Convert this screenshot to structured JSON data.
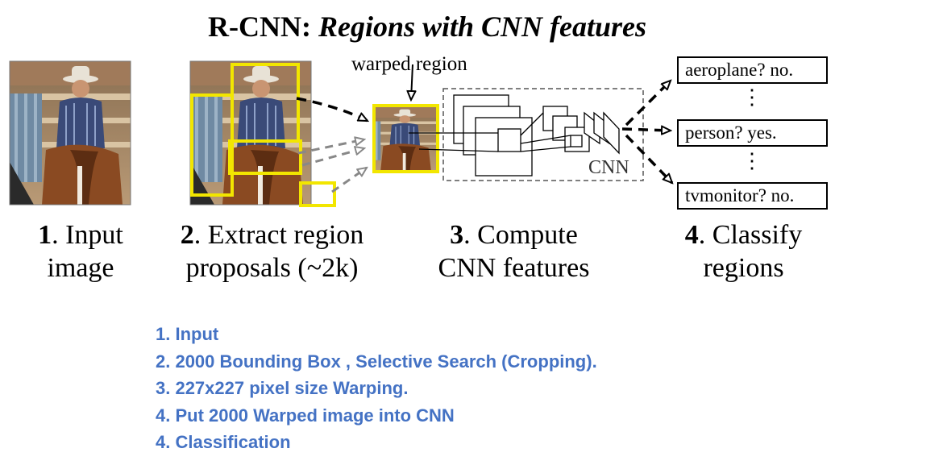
{
  "title": {
    "bold": "R-CNN: ",
    "italic": "Regions with CNN features"
  },
  "warped_label": "warped region",
  "cnn_label": "CNN",
  "classes": [
    "aeroplane? no.",
    "person? yes.",
    "tvmonitor? no."
  ],
  "ellipsis": "⋮",
  "steps": [
    {
      "num": "1",
      "line1": ". Input",
      "line2": "image"
    },
    {
      "num": "2",
      "line1": ". Extract region",
      "line2": "proposals (~2k)"
    },
    {
      "num": "3",
      "line1": ". Compute",
      "line2": "CNN features"
    },
    {
      "num": "4",
      "line1": ". Classify",
      "line2": "regions"
    }
  ],
  "notes": [
    "1. Input",
    "2. 2000 Bounding Box , Selective Search (Cropping).",
    "3. 227x227 pixel size Warping.",
    "4. Put 2000 Warped image into CNN",
    "4. Classification"
  ],
  "colors": {
    "proposal_box": "#f2e600",
    "notes_text": "#4472c4",
    "dashed_frame": "#555555"
  },
  "icons": [
    "horse-rider-photo",
    "arrow-dashed"
  ]
}
